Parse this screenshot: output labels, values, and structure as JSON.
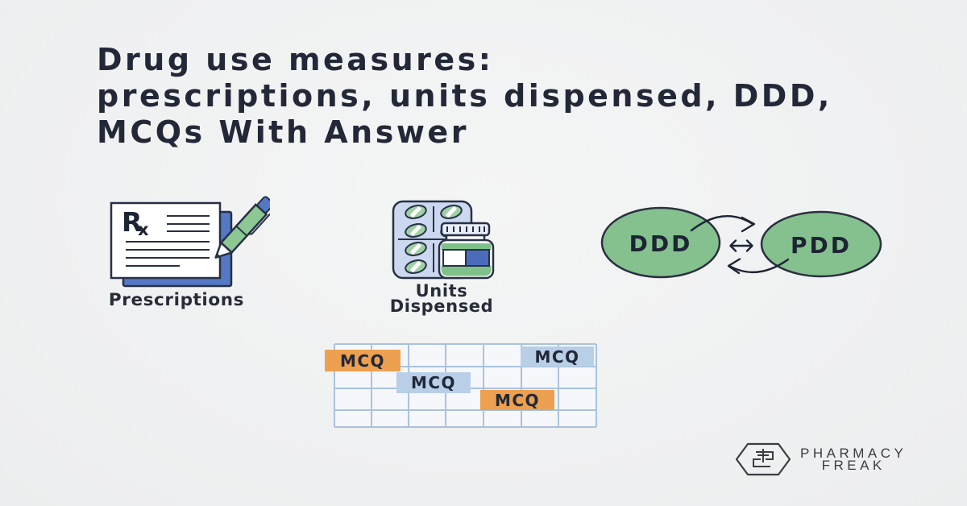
{
  "title": {
    "lines": [
      "Drug use measures:",
      "prescriptions, units dispensed, DDD,",
      "MCQs With Answer"
    ]
  },
  "figures": {
    "prescriptions": {
      "label": "Prescriptions",
      "rx_letter": "R",
      "rx_sub": "x"
    },
    "units": {
      "labels": [
        "Units",
        "Dispensed"
      ]
    },
    "comparison": {
      "left": "DDD",
      "right": "PDD"
    },
    "mcq": {
      "chips": [
        {
          "label": "MCQ",
          "color": "orange"
        },
        {
          "label": "MCQ",
          "color": "blue"
        },
        {
          "label": "MCQ",
          "color": "orange"
        },
        {
          "label": "MCQ",
          "color": "blue"
        }
      ]
    }
  },
  "logo": {
    "lines": [
      "PHARMACY",
      "FREAK"
    ]
  },
  "colors": {
    "background": "#f1f2f2",
    "title_text": "#232838",
    "illustration_outline": "#273145",
    "green": "#87c28f",
    "pill_green": "#9ed0a4",
    "paper_blue": "#5578c4",
    "bottle_label_blue": "#4a6cbb",
    "blister_blue": "#ccd8ef",
    "chip_orange": "#eda04f",
    "chip_blue": "#b9cfe8",
    "grid_line_blue": "#a9c3de",
    "logo_gray": "#3a3d42"
  },
  "icons": [
    "prescription-pad-icon",
    "pen-icon",
    "rx-symbol",
    "blister-pack-icon",
    "pill-bottle-icon",
    "ddd-circle",
    "pdd-circle",
    "cycle-arrows-icon",
    "mcq-grid",
    "hexagon-logo-icon"
  ]
}
